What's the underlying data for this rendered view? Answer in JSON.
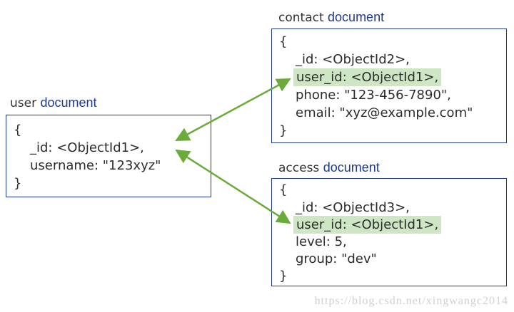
{
  "user": {
    "title_prefix": "user",
    "title_word": "document",
    "lines": [
      "{",
      "_id: <ObjectId1>,",
      "username: \"123xyz\"",
      "}"
    ]
  },
  "contact": {
    "title_prefix": "contact",
    "title_word": "document",
    "lines": [
      "{",
      "_id: <ObjectId2>,",
      "user_id: <ObjectId1>,",
      "phone: \"123-456-7890\",",
      "email: \"xyz@example.com\"",
      "}"
    ]
  },
  "access": {
    "title_prefix": "access",
    "title_word": "document",
    "lines": [
      "{",
      "_id: <ObjectId3>,",
      "user_id: <ObjectId1>,",
      "level: 5,",
      "group: \"dev\"",
      "}"
    ]
  },
  "colors": {
    "box_border": "#1f3a8a",
    "highlight": "#cfe6c4",
    "arrow": "#6aab3a"
  },
  "watermark": "https://blog.csdn.net/xingwangc2014"
}
